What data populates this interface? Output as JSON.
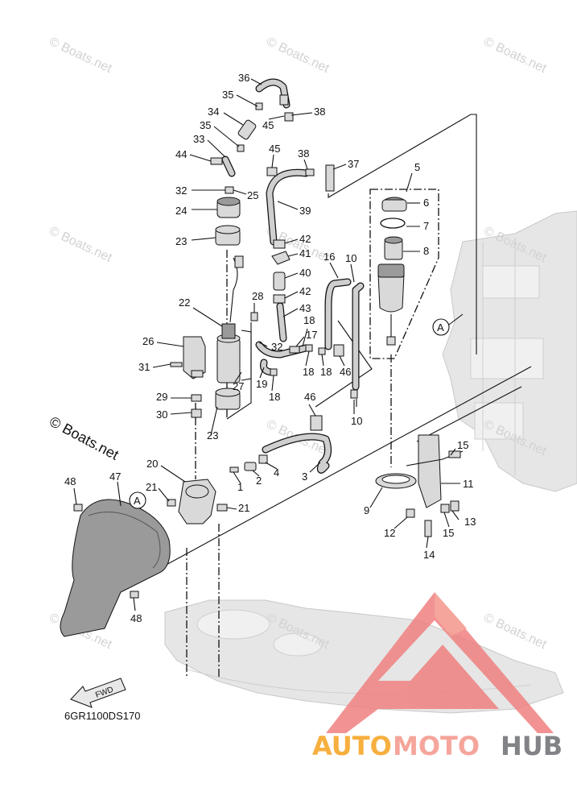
{
  "callouts": [
    "1",
    "2",
    "3",
    "4",
    "5",
    "6",
    "7",
    "8",
    "9",
    "10",
    "10",
    "11",
    "12",
    "13",
    "14",
    "15",
    "15",
    "16",
    "17",
    "18",
    "18",
    "18",
    "18",
    "19",
    "20",
    "21",
    "21",
    "22",
    "23",
    "23",
    "24",
    "25",
    "26",
    "27",
    "28",
    "29",
    "30",
    "31",
    "32",
    "32",
    "33",
    "34",
    "35",
    "35",
    "36",
    "37",
    "38",
    "38",
    "39",
    "40",
    "41",
    "42",
    "42",
    "43",
    "44",
    "45",
    "45",
    "46",
    "46",
    "47",
    "48",
    "48"
  ],
  "section_markers": [
    "A",
    "A"
  ],
  "watermark": "© Boats.net",
  "copyright": "© Boats.net",
  "fwd_arrow_label": "FWD",
  "diagram_code": "6GR1100DS170",
  "logo": {
    "part1": "AUTO",
    "part2": "MOTO",
    "part3": "HUB"
  },
  "colors": {
    "logo_orange": "#f6a21e",
    "logo_salmon": "#f4968a",
    "logo_gray": "#6d6e71",
    "logo_triangle": "#f08080"
  }
}
